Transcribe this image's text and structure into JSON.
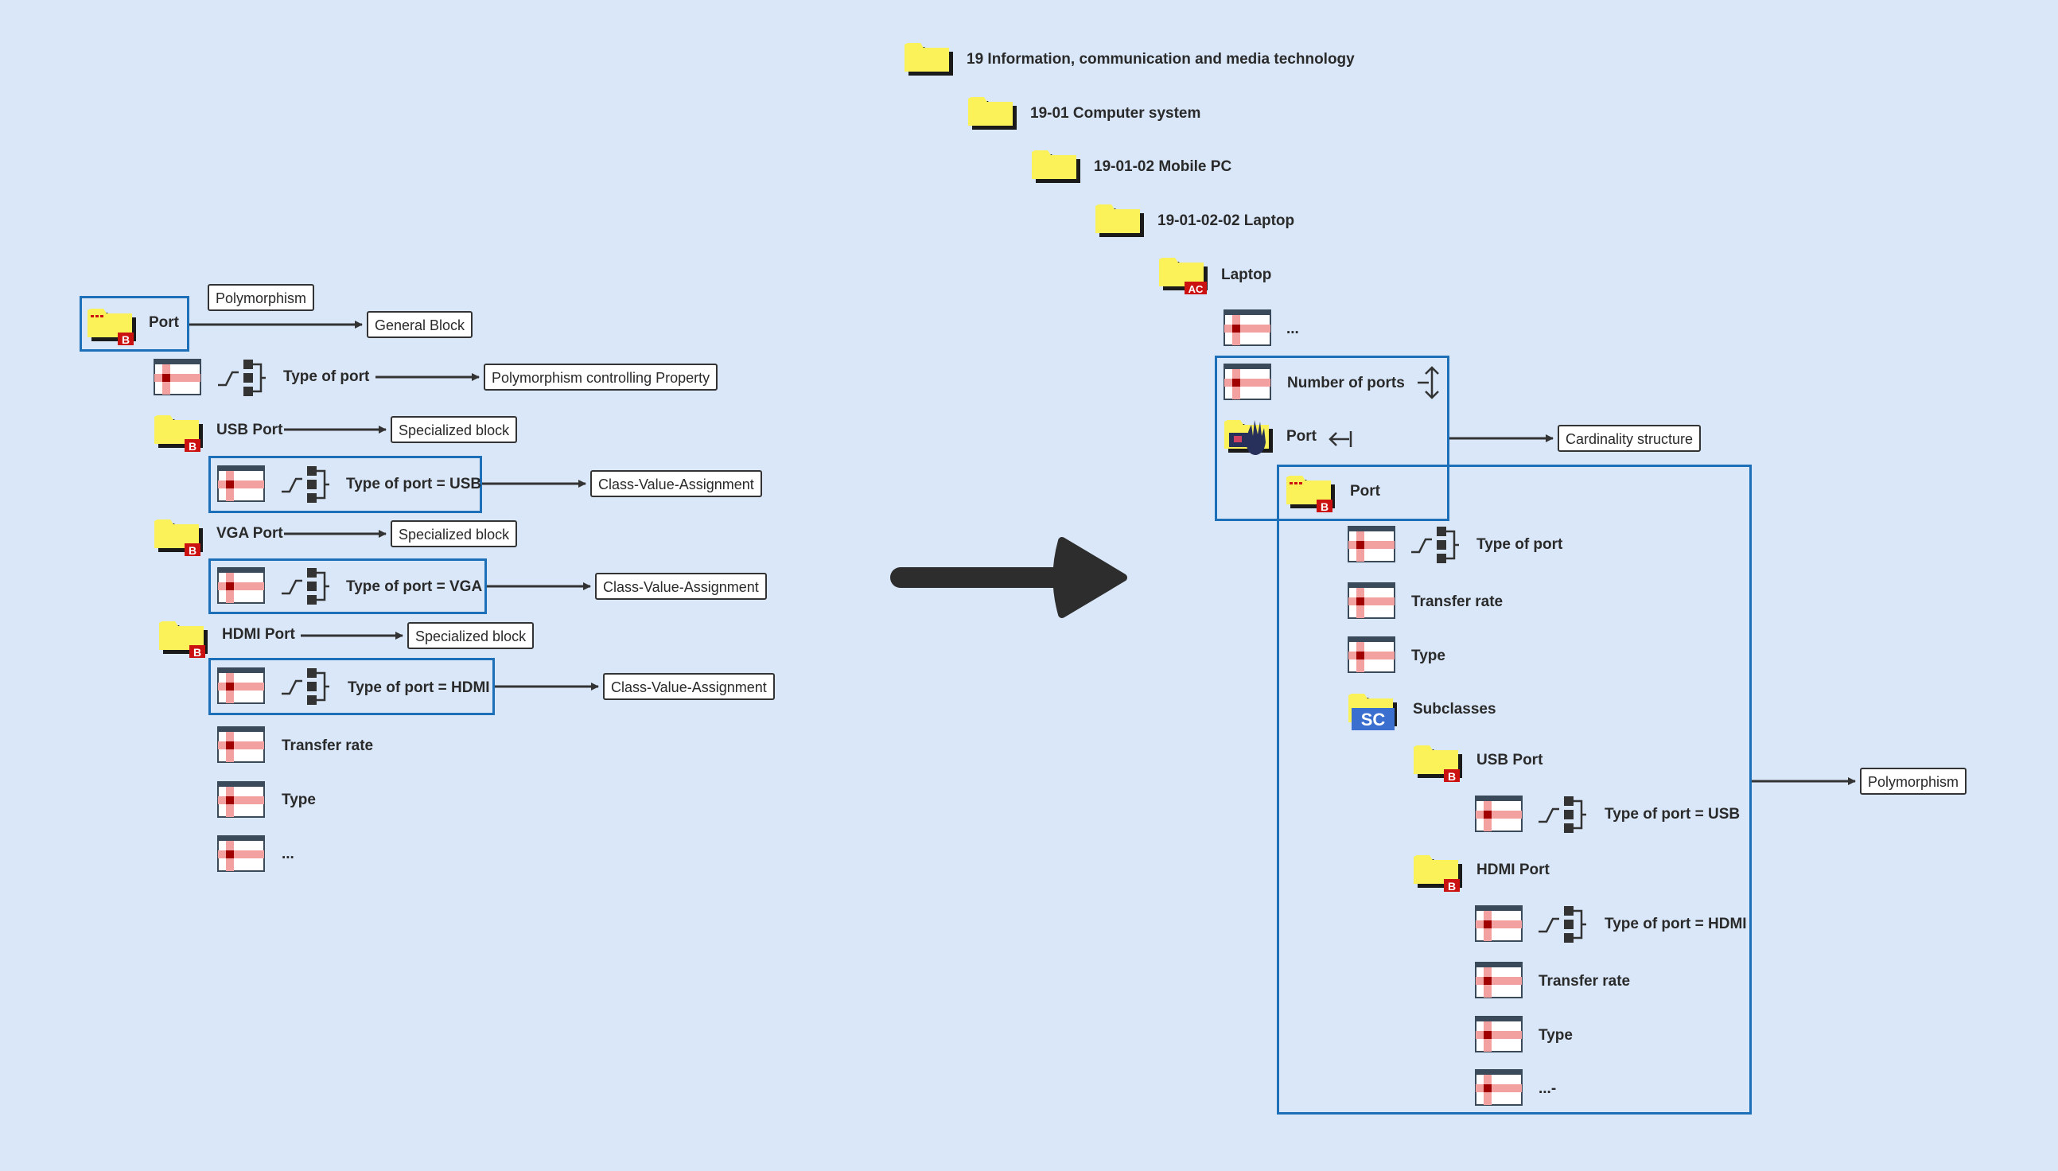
{
  "colors": {
    "background": "#d9e7f8",
    "folder": "#fbf159",
    "selection": "#1d6fb8",
    "badge": "#cc1111",
    "subclass_badge": "#3a6fd0"
  },
  "left_tree": {
    "port": "Port",
    "type_of_port": "Type of port",
    "usb_port": "USB Port",
    "type_usb": "Type of port = USB",
    "vga_port": "VGA Port",
    "type_vga": "Type of port = VGA",
    "hdmi_port": "HDMI Port",
    "type_hdmi": "Type of port = HDMI",
    "transfer_rate": "Transfer rate",
    "type": "Type",
    "ellipsis": "..."
  },
  "left_notes": {
    "polymorphism": "Polymorphism",
    "general_block": "General Block",
    "controlling": "Polymorphism controlling Property",
    "specialized_usb": "Specialized block",
    "cva_usb": "Class-Value-Assignment",
    "specialized_vga": "Specialized block",
    "cva_vga": "Class-Value-Assignment",
    "specialized_hdmi": "Specialized block",
    "cva_hdmi": "Class-Value-Assignment"
  },
  "right_tree": {
    "level0": "19 Information, communication and media technology",
    "level1": "19-01 Computer system",
    "level2": "19-01-02 Mobile PC",
    "level3": "19-01-02-02 Laptop",
    "laptop": "Laptop",
    "laptop_badge": "AC",
    "ellipsis": "...",
    "number_of_ports": "Number of ports",
    "port_ref": "Port",
    "port_block": "Port",
    "type_of_port": "Type of port",
    "transfer_rate": "Transfer rate",
    "type": "Type",
    "subclasses": "Subclasses",
    "subclasses_badge": "SC",
    "usb_port": "USB Port",
    "type_usb": "Type of port = USB",
    "hdmi_port": "HDMI Port",
    "type_hdmi": "Type of port = HDMI",
    "transfer_rate_2": "Transfer rate",
    "type_2": "Type",
    "ellipsis_2": "...-"
  },
  "right_notes": {
    "cardinality": "Cardinality structure",
    "polymorphism": "Polymorphism"
  },
  "badges": {
    "block": "B"
  }
}
